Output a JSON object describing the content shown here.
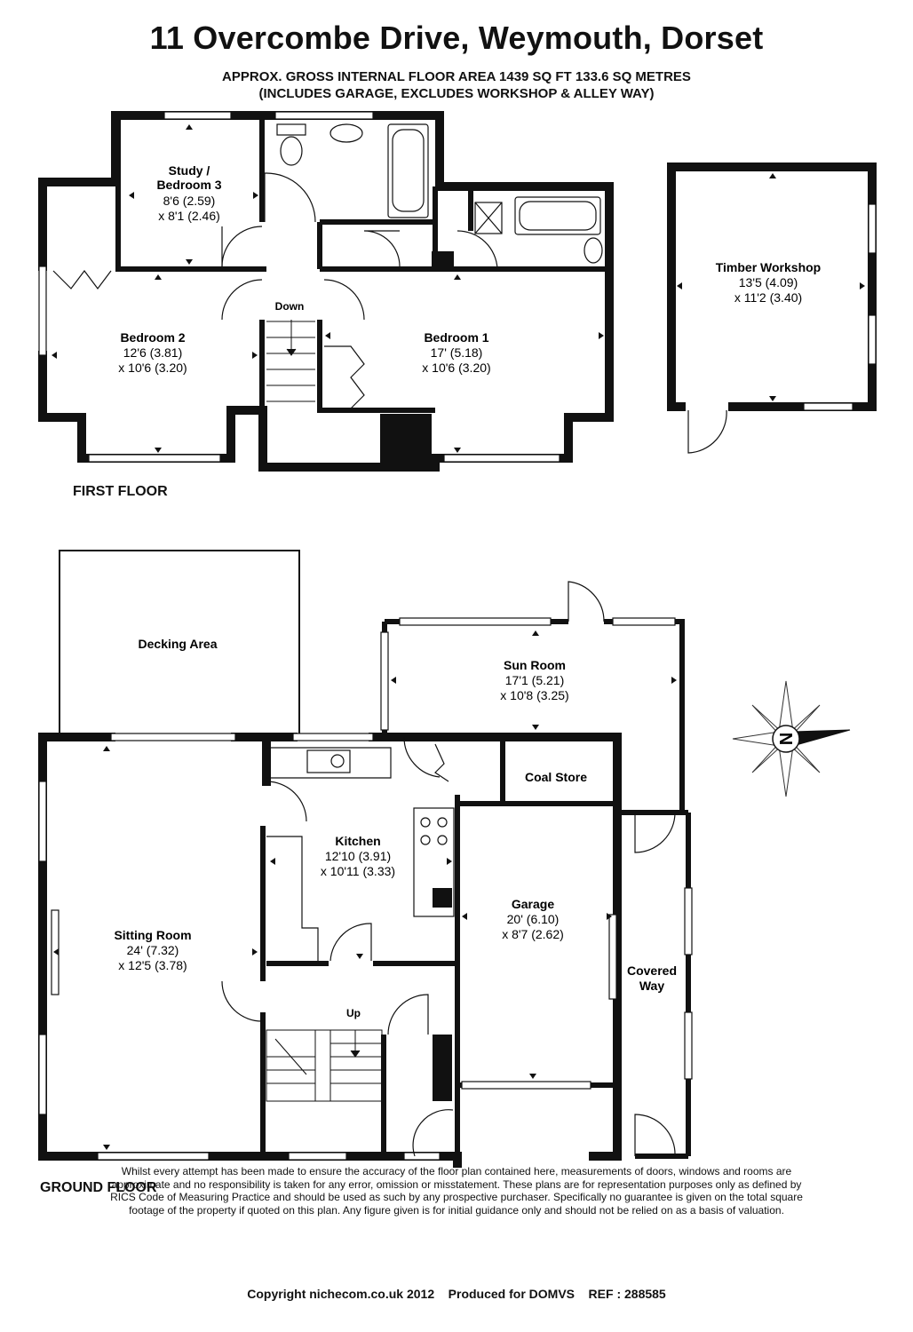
{
  "header": {
    "title": "11 Overcombe Drive, Weymouth, Dorset",
    "area_line": "APPROX. GROSS INTERNAL FLOOR AREA 1439 SQ FT 133.6 SQ METRES",
    "area_note": "(INCLUDES GARAGE, EXCLUDES WORKSHOP & ALLEY WAY)"
  },
  "floors": {
    "first": "FIRST FLOOR",
    "ground": "GROUND FLOOR"
  },
  "rooms": {
    "study": {
      "name1": "Study /",
      "name2": "Bedroom 3",
      "dim1": "8'6 (2.59)",
      "dim2": "x 8'1 (2.46)"
    },
    "bedroom2": {
      "name": "Bedroom 2",
      "dim1": "12'6 (3.81)",
      "dim2": "x 10'6 (3.20)"
    },
    "bedroom1": {
      "name": "Bedroom 1",
      "dim1": "17' (5.18)",
      "dim2": "x 10'6 (3.20)"
    },
    "workshop": {
      "name": "Timber Workshop",
      "dim1": "13'5 (4.09)",
      "dim2": "x 11'2 (3.40)"
    },
    "decking": {
      "name": "Decking Area"
    },
    "sunroom": {
      "name": "Sun Room",
      "dim1": "17'1 (5.21)",
      "dim2": "x 10'8 (3.25)"
    },
    "coalstore": {
      "name": "Coal Store"
    },
    "kitchen": {
      "name": "Kitchen",
      "dim1": "12'10 (3.91)",
      "dim2": "x 10'11 (3.33)"
    },
    "garage": {
      "name": "Garage",
      "dim1": "20' (6.10)",
      "dim2": "x 8'7 (2.62)"
    },
    "sitting": {
      "name": "Sitting Room",
      "dim1": "24' (7.32)",
      "dim2": "x 12'5 (3.78)"
    },
    "covered": {
      "name1": "Covered",
      "name2": "Way"
    }
  },
  "labels": {
    "down": "Down",
    "up": "Up",
    "compass": "N"
  },
  "disclaimer": "Whilst every attempt has been made to ensure the accuracy of the floor plan contained here, measurements of doors, windows and rooms are approximate and no responsibility is taken for any error, omission or misstatement. These plans are for representation purposes only as defined by RICS Code of Measuring Practice and should be used as such by any prospective purchaser. Specifically no guarantee is given on the total square footage of the property if quoted on this plan. Any figure given is for initial guidance only and should not be relied on as a basis of valuation.",
  "copyright": "Copyright nichecom.co.uk 2012    Produced for DOMVS    REF : 288585"
}
